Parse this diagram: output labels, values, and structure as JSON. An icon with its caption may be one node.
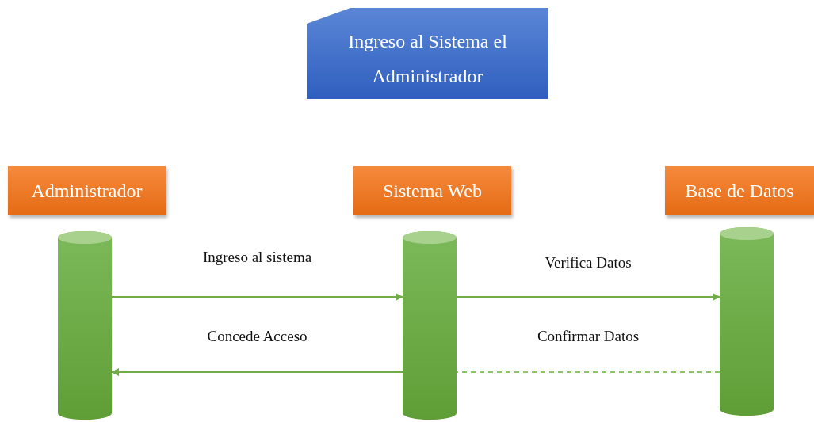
{
  "diagram": {
    "nodes": [
      {
        "text": [
          "Ingreso al Sistema el Administrador"
        ]
      },
      {
        "text": [
          "Administrador"
        ]
      },
      {
        "text": [
          "Sistema Web"
        ]
      },
      {
        "text": [
          "Base de Datos"
        ]
      },
      {
        "text": [],
        "shape": "cylinder"
      },
      {
        "text": [],
        "shape": "cylinder"
      },
      {
        "text": [],
        "shape": "cylinder"
      }
    ],
    "edges": [
      {
        "from": 4,
        "to": 5,
        "arrow": "to",
        "label": "Ingreso al sistema"
      },
      {
        "from": 5,
        "to": 6,
        "arrow": "to",
        "label": "Verifica Datos"
      },
      {
        "from": 5,
        "to": 4,
        "arrow": "to",
        "label": "Concede Acceso"
      },
      {
        "from": 6,
        "to": 5,
        "arrow": "none",
        "label": "Confirmar Datos",
        "style": "dashed"
      }
    ]
  }
}
